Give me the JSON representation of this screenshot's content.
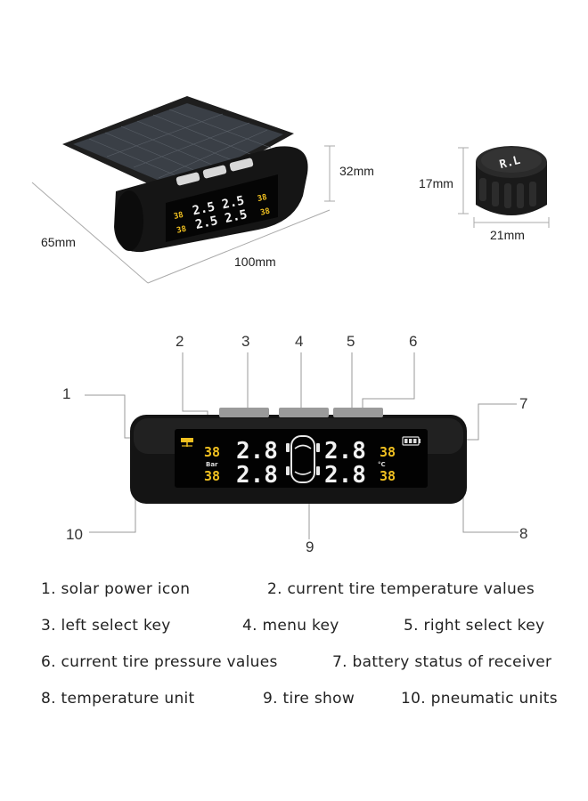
{
  "dimensions": {
    "receiver_depth": "65mm",
    "receiver_width": "100mm",
    "receiver_height": "32mm",
    "sensor_height": "17mm",
    "sensor_width": "21mm",
    "sensor_cap_text": "R.L"
  },
  "display": {
    "pressure_fl": "2.8",
    "pressure_fr": "2.8",
    "pressure_rl": "2.8",
    "pressure_rr": "2.8",
    "temp_fl": "38",
    "temp_fr": "38",
    "temp_rl": "38",
    "temp_rr": "38",
    "pressure_unit": "Bar",
    "temp_unit": "°C",
    "small_pressure_top": "2.5 2.5",
    "small_pressure_bottom": "2.5 2.5",
    "small_temp": "38"
  },
  "callouts": [
    "1",
    "2",
    "3",
    "4",
    "5",
    "6",
    "7",
    "8",
    "9",
    "10"
  ],
  "legend": [
    [
      "1. solar power icon",
      "2. current tire temperature values"
    ],
    [
      "3. left select key",
      "4. menu key",
      "5. right select key"
    ],
    [
      "6. current tire pressure values",
      "7. battery status of receiver"
    ],
    [
      "8. temperature unit",
      "9. tire show",
      "10. pneumatic units"
    ]
  ],
  "colors": {
    "lcd_white": "#f2f2f2",
    "lcd_yellow": "#f0c020",
    "body_black": "#151515"
  }
}
